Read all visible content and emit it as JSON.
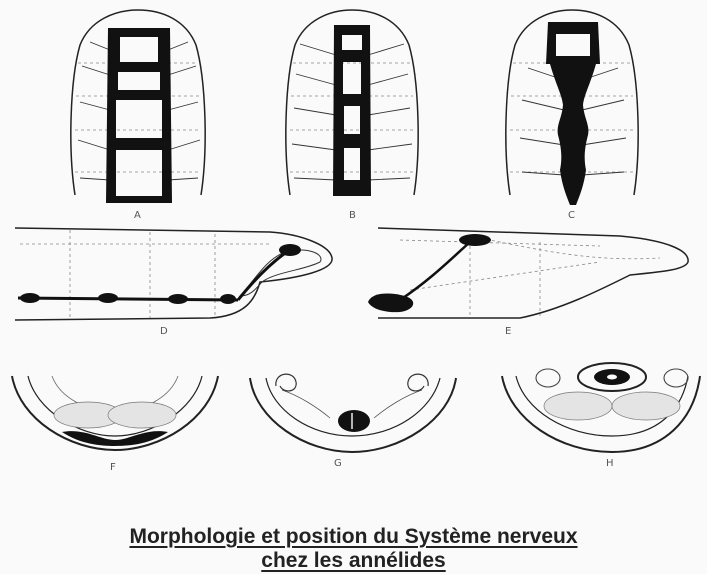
{
  "figure": {
    "panel_labels": [
      "A",
      "B",
      "C",
      "D",
      "E",
      "F",
      "G",
      "H"
    ],
    "caption_line1": "Morphologie et position du Système nerveux",
    "caption_line2": "chez les annélides",
    "colors": {
      "ink": "#111111",
      "paper": "#fafafa",
      "muscle": "#e4e4e4"
    }
  }
}
